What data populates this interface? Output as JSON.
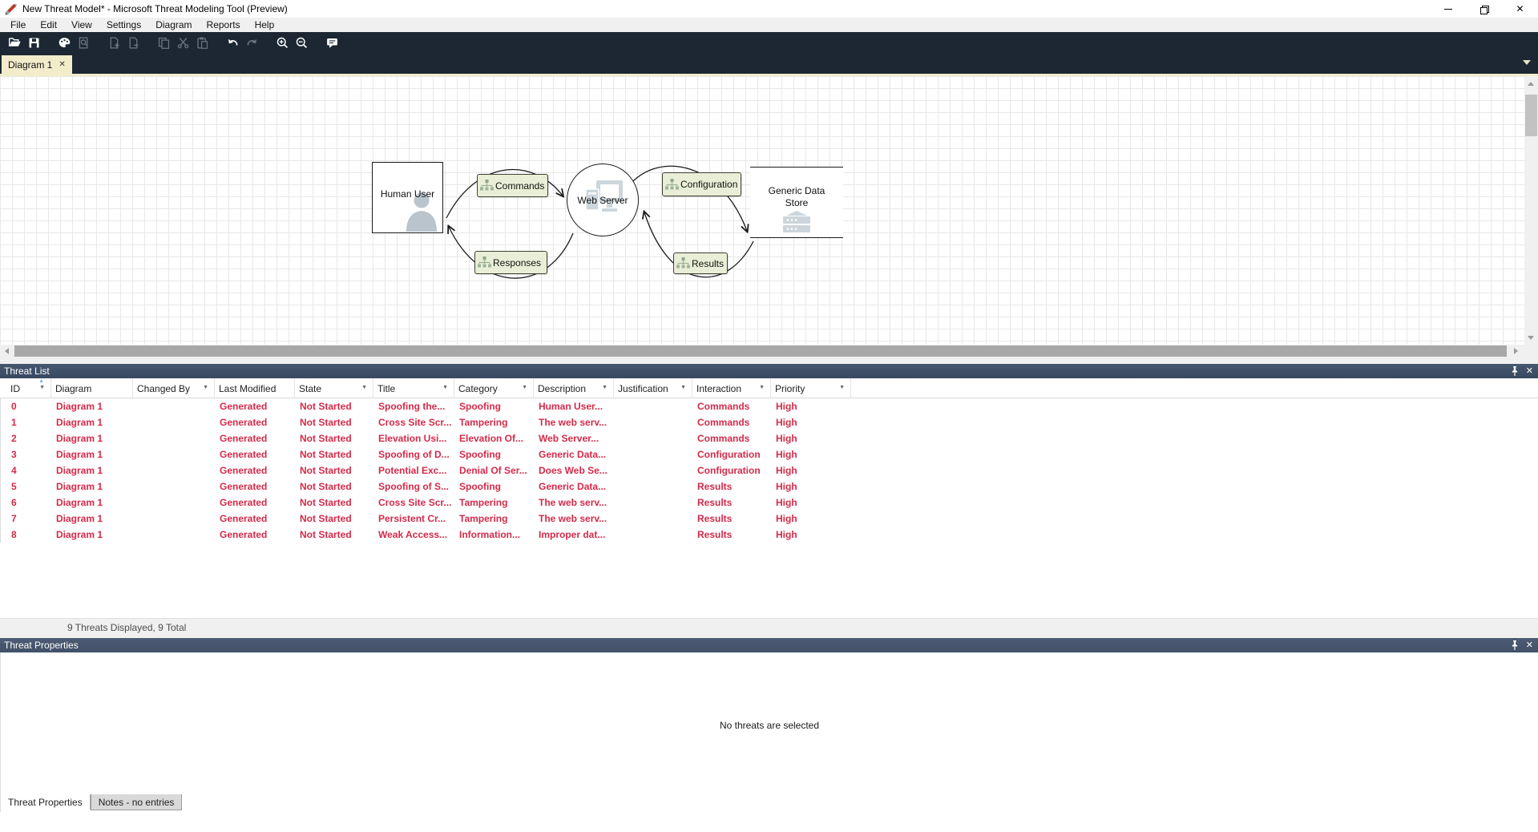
{
  "window": {
    "title": "New Threat Model* - Microsoft Threat Modeling Tool  (Preview)"
  },
  "menu": {
    "items": [
      "File",
      "Edit",
      "View",
      "Settings",
      "Diagram",
      "Reports",
      "Help"
    ]
  },
  "toolbar": {
    "icons": [
      {
        "name": "open-icon",
        "enabled": true
      },
      {
        "name": "save-icon",
        "enabled": true
      },
      {
        "name": "palette-icon",
        "enabled": true
      },
      {
        "name": "search-document-icon",
        "enabled": false
      },
      {
        "name": "add-diagram-icon",
        "enabled": false
      },
      {
        "name": "remove-diagram-icon",
        "enabled": false
      },
      {
        "name": "copy-icon",
        "enabled": false
      },
      {
        "name": "cut-icon",
        "enabled": false
      },
      {
        "name": "paste-icon",
        "enabled": false
      },
      {
        "name": "undo-icon",
        "enabled": true
      },
      {
        "name": "redo-icon",
        "enabled": false
      },
      {
        "name": "zoom-in-icon",
        "enabled": true
      },
      {
        "name": "zoom-out-icon",
        "enabled": true
      },
      {
        "name": "feedback-icon",
        "enabled": true
      }
    ]
  },
  "tabs": {
    "active_label": "Diagram 1",
    "close_glyph": "✕"
  },
  "diagram": {
    "nodes": [
      {
        "label": "Human User",
        "type": "external-entity"
      },
      {
        "label": "Web Server",
        "type": "process"
      },
      {
        "label": "Generic Data Store",
        "type": "data-store"
      }
    ],
    "flows": [
      {
        "label": "Commands"
      },
      {
        "label": "Configuration"
      },
      {
        "label": "Responses"
      },
      {
        "label": "Results"
      }
    ]
  },
  "threat_list": {
    "title": "Threat List",
    "columns": [
      {
        "key": "id",
        "label": "ID",
        "width": 56,
        "filter": true,
        "sorted": "asc"
      },
      {
        "key": "diagram",
        "label": "Diagram",
        "width": 102,
        "filter": false
      },
      {
        "key": "changed_by",
        "label": "Changed By",
        "width": 102,
        "filter": true
      },
      {
        "key": "last_modified",
        "label": "Last Modified",
        "width": 100,
        "filter": false
      },
      {
        "key": "state",
        "label": "State",
        "width": 98,
        "filter": true
      },
      {
        "key": "title",
        "label": "Title",
        "width": 101,
        "filter": true
      },
      {
        "key": "category",
        "label": "Category",
        "width": 99,
        "filter": true
      },
      {
        "key": "description",
        "label": "Description",
        "width": 100,
        "filter": true
      },
      {
        "key": "justification",
        "label": "Justification",
        "width": 98,
        "filter": true
      },
      {
        "key": "interaction",
        "label": "Interaction",
        "width": 98,
        "filter": true
      },
      {
        "key": "priority",
        "label": "Priority",
        "width": 100,
        "filter": true
      }
    ],
    "rows": [
      {
        "id": "0",
        "diagram": "Diagram 1",
        "changed_by": "",
        "last_modified": "Generated",
        "state": "Not Started",
        "title": "Spoofing the...",
        "category": "Spoofing",
        "description": "Human User...",
        "justification": "",
        "interaction": "Commands",
        "priority": "High"
      },
      {
        "id": "1",
        "diagram": "Diagram 1",
        "changed_by": "",
        "last_modified": "Generated",
        "state": "Not Started",
        "title": "Cross Site Scr...",
        "category": "Tampering",
        "description": "The web serv...",
        "justification": "",
        "interaction": "Commands",
        "priority": "High"
      },
      {
        "id": "2",
        "diagram": "Diagram 1",
        "changed_by": "",
        "last_modified": "Generated",
        "state": "Not Started",
        "title": "Elevation Usi...",
        "category": "Elevation Of...",
        "description": "Web Server...",
        "justification": "",
        "interaction": "Commands",
        "priority": "High"
      },
      {
        "id": "3",
        "diagram": "Diagram 1",
        "changed_by": "",
        "last_modified": "Generated",
        "state": "Not Started",
        "title": "Spoofing of D...",
        "category": "Spoofing",
        "description": "Generic Data...",
        "justification": "",
        "interaction": "Configuration",
        "priority": "High"
      },
      {
        "id": "4",
        "diagram": "Diagram 1",
        "changed_by": "",
        "last_modified": "Generated",
        "state": "Not Started",
        "title": "Potential Exc...",
        "category": "Denial Of Ser...",
        "description": "Does Web Se...",
        "justification": "",
        "interaction": "Configuration",
        "priority": "High"
      },
      {
        "id": "5",
        "diagram": "Diagram 1",
        "changed_by": "",
        "last_modified": "Generated",
        "state": "Not Started",
        "title": "Spoofing of S...",
        "category": "Spoofing",
        "description": "Generic Data...",
        "justification": "",
        "interaction": "Results",
        "priority": "High"
      },
      {
        "id": "6",
        "diagram": "Diagram 1",
        "changed_by": "",
        "last_modified": "Generated",
        "state": "Not Started",
        "title": "Cross Site Scr...",
        "category": "Tampering",
        "description": "The web serv...",
        "justification": "",
        "interaction": "Results",
        "priority": "High"
      },
      {
        "id": "7",
        "diagram": "Diagram 1",
        "changed_by": "",
        "last_modified": "Generated",
        "state": "Not Started",
        "title": "Persistent Cr...",
        "category": "Tampering",
        "description": "The web serv...",
        "justification": "",
        "interaction": "Results",
        "priority": "High"
      },
      {
        "id": "8",
        "diagram": "Diagram 1",
        "changed_by": "",
        "last_modified": "Generated",
        "state": "Not Started",
        "title": "Weak Access...",
        "category": "Information...",
        "description": "Improper dat...",
        "justification": "",
        "interaction": "Results",
        "priority": "High"
      }
    ],
    "status": "9 Threats Displayed, 9 Total"
  },
  "threat_properties": {
    "title": "Threat Properties",
    "empty_message": "No threats are selected",
    "bottom_tabs": [
      {
        "label": "Threat Properties",
        "active": true
      },
      {
        "label": "Notes - no entries",
        "active": false
      }
    ]
  },
  "colors": {
    "titlebar_bg": "#ffffff",
    "toolbar_bg": "#1c2733",
    "active_tab_bg": "#f2ecca",
    "panel_header_bg": "#3f4e67",
    "threat_text": "#d42a4a",
    "flow_label_bg": "#e9efd6",
    "grid_line": "#e8e8e8"
  }
}
